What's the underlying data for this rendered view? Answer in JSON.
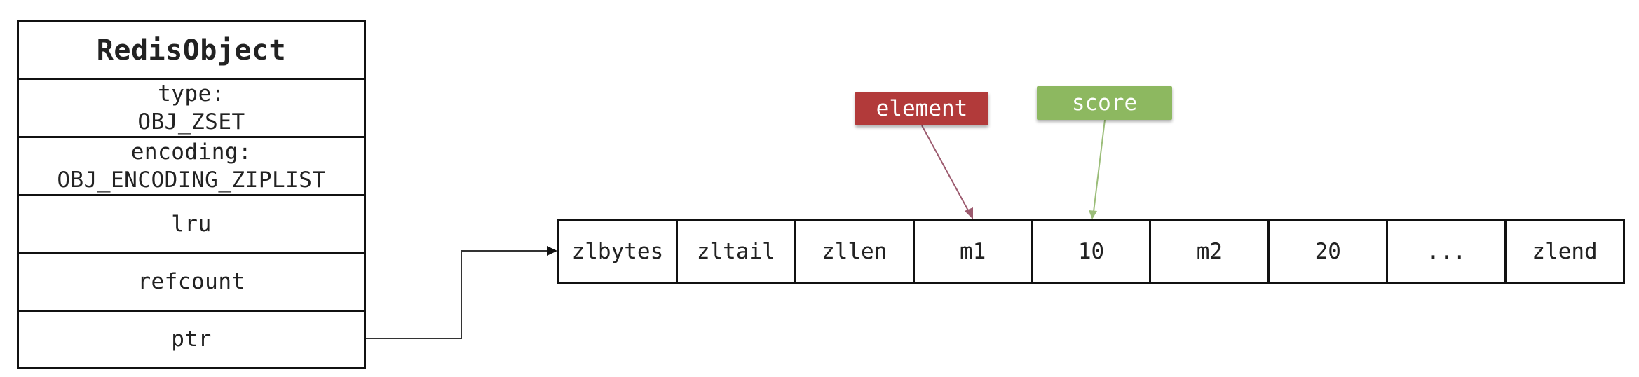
{
  "redis_object": {
    "title": "RedisObject",
    "fields": [
      {
        "lines": [
          "type:",
          "OBJ_ZSET"
        ]
      },
      {
        "lines": [
          "encoding:",
          "OBJ_ENCODING_ZIPLIST"
        ]
      },
      {
        "lines": [
          "lru"
        ]
      },
      {
        "lines": [
          "refcount"
        ]
      },
      {
        "lines": [
          "ptr"
        ]
      }
    ]
  },
  "ziplist": {
    "cells": [
      "zlbytes",
      "zltail",
      "zllen",
      "m1",
      "10",
      "m2",
      "20",
      "...",
      "zlend"
    ]
  },
  "labels": {
    "element": {
      "text": "element",
      "color": "#b23a3a",
      "line_color": "#9c5a6e"
    },
    "score": {
      "text": "score",
      "color": "#8db860",
      "line_color": "#9bbd79"
    }
  },
  "colors": {
    "border": "#111111",
    "connector": "#333333",
    "text": "#222222"
  }
}
